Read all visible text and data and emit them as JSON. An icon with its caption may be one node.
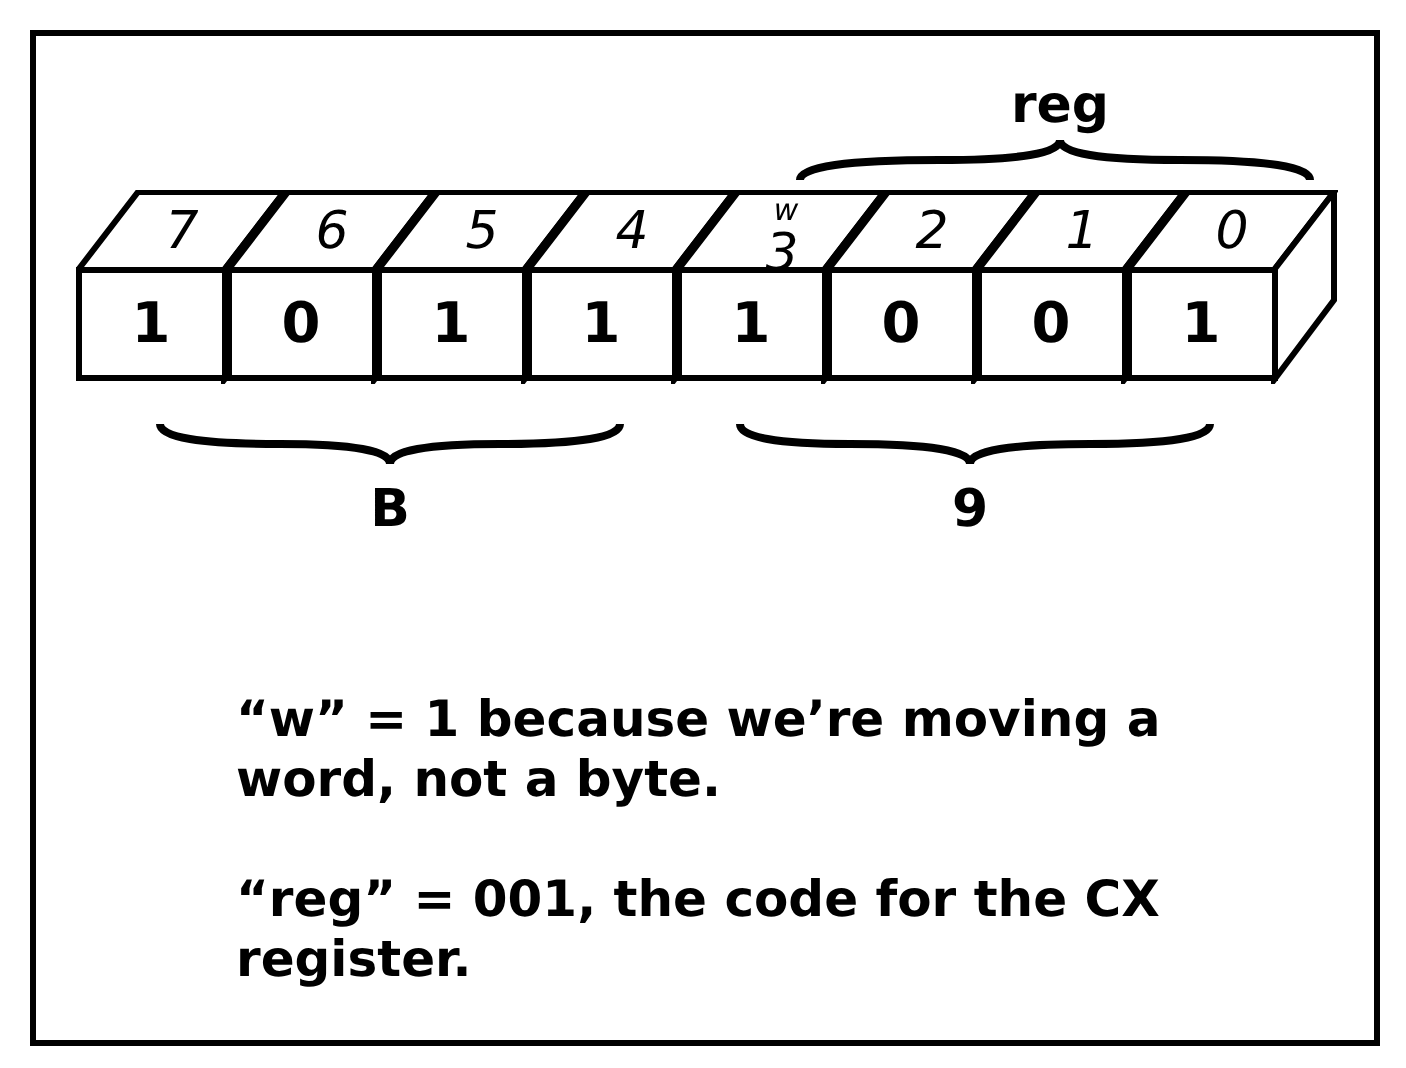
{
  "diagram": {
    "nodes": [
      {
        "text": [
          "7",
          "1"
        ]
      },
      {
        "text": [
          "6",
          "0"
        ]
      },
      {
        "text": [
          "5",
          "1"
        ]
      },
      {
        "text": [
          "4",
          "1"
        ]
      },
      {
        "text": [
          "w",
          "3",
          "1"
        ]
      },
      {
        "text": [
          "2",
          "0"
        ]
      },
      {
        "text": [
          "1",
          "0"
        ]
      },
      {
        "text": [
          "0",
          "1"
        ]
      }
    ],
    "edges": [],
    "labels": [
      "reg",
      "B",
      "9",
      "“w” = 1 because we’re moving a word, not a byte.",
      "“reg” = 001, the code for the CX register."
    ]
  }
}
